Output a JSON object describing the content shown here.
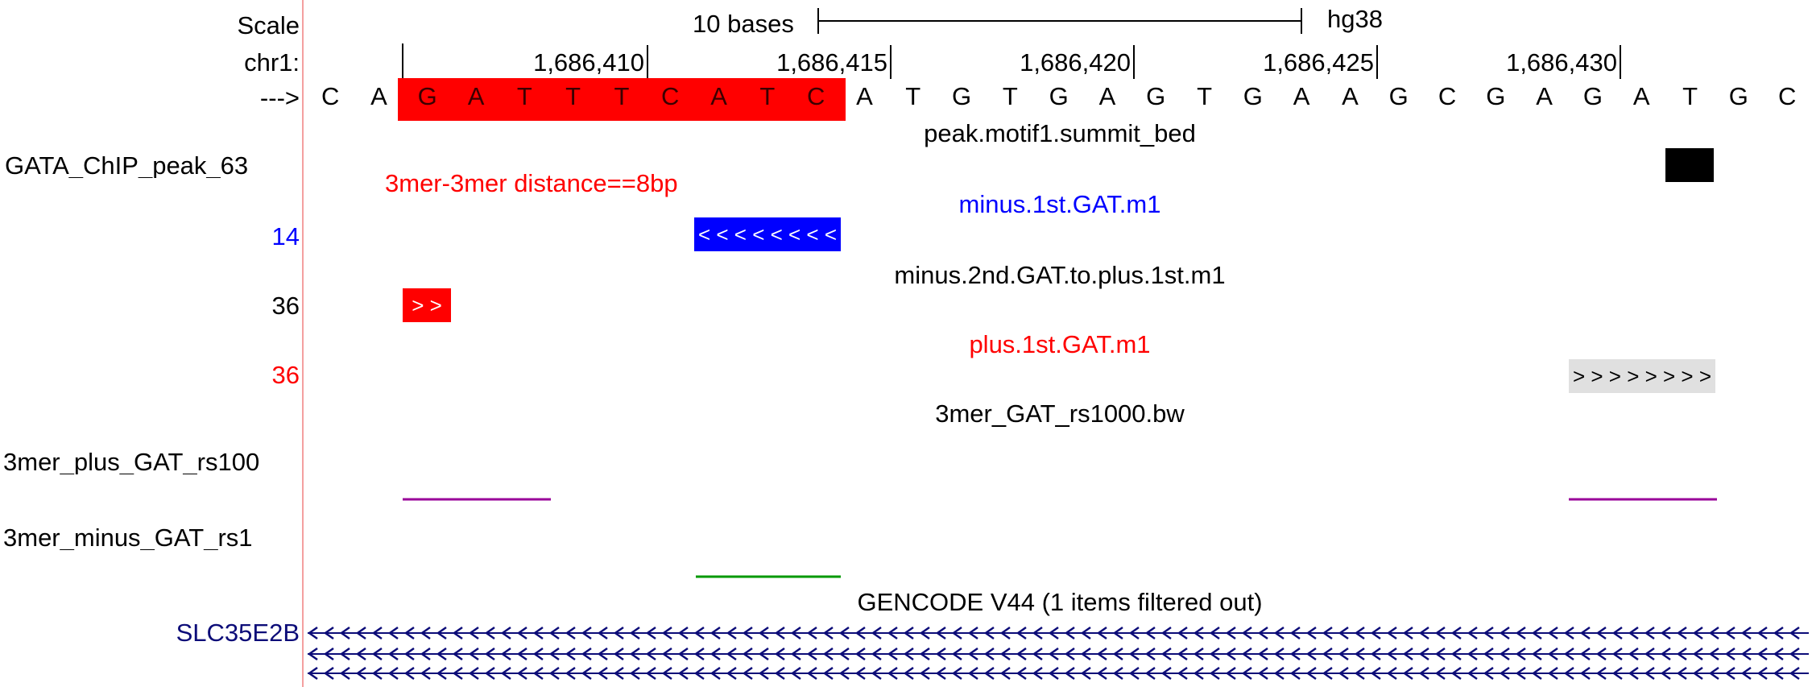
{
  "browser": {
    "scale_label": "Scale",
    "scale_value": "10 bases",
    "assembly": "hg38",
    "chrom_label": "chr1:",
    "strand_arrow": "--->",
    "positions": [
      "1,686,410",
      "1,686,415",
      "1,686,420",
      "1,686,425",
      "1,686,430"
    ],
    "bases": [
      "C",
      "A",
      "G",
      "A",
      "T",
      "T",
      "T",
      "C",
      "A",
      "T",
      "C",
      "A",
      "T",
      "G",
      "T",
      "G",
      "A",
      "G",
      "T",
      "G",
      "A",
      "A",
      "G",
      "C",
      "G",
      "A",
      "G",
      "A",
      "T",
      "G",
      "C"
    ],
    "highlight_color": "#ff0000"
  },
  "tracks": {
    "peak_bed": {
      "title": "peak.motif1.summit_bed",
      "left_label": "GATA_ChIP_peak_63",
      "annotation": "3mer-3mer distance==8bp",
      "annotation_color": "#ff0000",
      "feature_color": "#000000"
    },
    "minus_first": {
      "title": "minus.1st.GAT.m1",
      "left_label": "14",
      "color": "#0000ff",
      "arrows": "< < < < < < < <"
    },
    "minus_second": {
      "title": "minus.2nd.GAT.to.plus.1st.m1",
      "left_label": "36",
      "color": "#ff0000",
      "arrows": "> >"
    },
    "plus_first": {
      "title": "plus.1st.GAT.m1",
      "left_label": "36",
      "color": "#ff0000",
      "arrows": "> > > > > > > >",
      "feature_color": "#e0e0e0"
    },
    "bigwig": {
      "title": "3mer_GAT_rs1000.bw",
      "plus_label": "3mer_plus_GAT_rs100",
      "minus_label": "3mer_minus_GAT_rs1",
      "plus_color": "#990099",
      "minus_color": "#009900"
    },
    "gencode": {
      "title": "GENCODE V44 (1 items filtered out)",
      "gene_label": "SLC35E2B",
      "color": "#0c0c78",
      "strand": "minus"
    }
  }
}
